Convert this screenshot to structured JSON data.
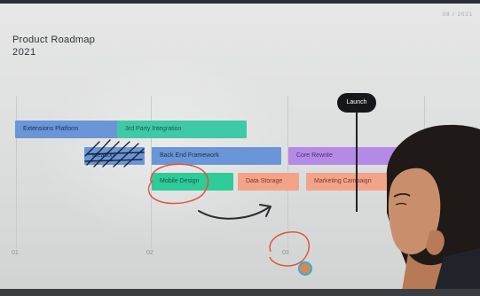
{
  "roadmap": {
    "title": "Product Roadmap",
    "year": "2021",
    "corner_label": "08 / 2021",
    "launch_label": "Launch",
    "bars": [
      {
        "label": "Extensions Platform",
        "color": "#6a96d8",
        "text_color": "#1b2f55"
      },
      {
        "label": "3rd Party Integration",
        "color": "#3fc9a6",
        "text_color": "#1d5a4b"
      },
      {
        "label": "Back End Framework",
        "color": "#6a96d8",
        "text_color": "#1b2f55"
      },
      {
        "label": "Core Rewrite",
        "color": "#b58ae6",
        "text_color": "#4b2d73"
      },
      {
        "label": "Mobile Design",
        "color": "#2fcb98",
        "text_color": "#18563f"
      },
      {
        "label": "Data Storage",
        "color": "#f2a38a",
        "text_color": "#7c3a25"
      },
      {
        "label": "Marketing Campaign",
        "color": "#f2a38a",
        "text_color": "#7c3a25"
      },
      {
        "label": "Ideation",
        "color": "#6a96d8",
        "text_color": "#1b2f55"
      }
    ],
    "quarters": [
      "01",
      "02",
      "03"
    ]
  },
  "annotations": {
    "ink_color": "#e2533d",
    "scribble_color": "#1a2436",
    "arrow_color": "#2a2d31"
  }
}
